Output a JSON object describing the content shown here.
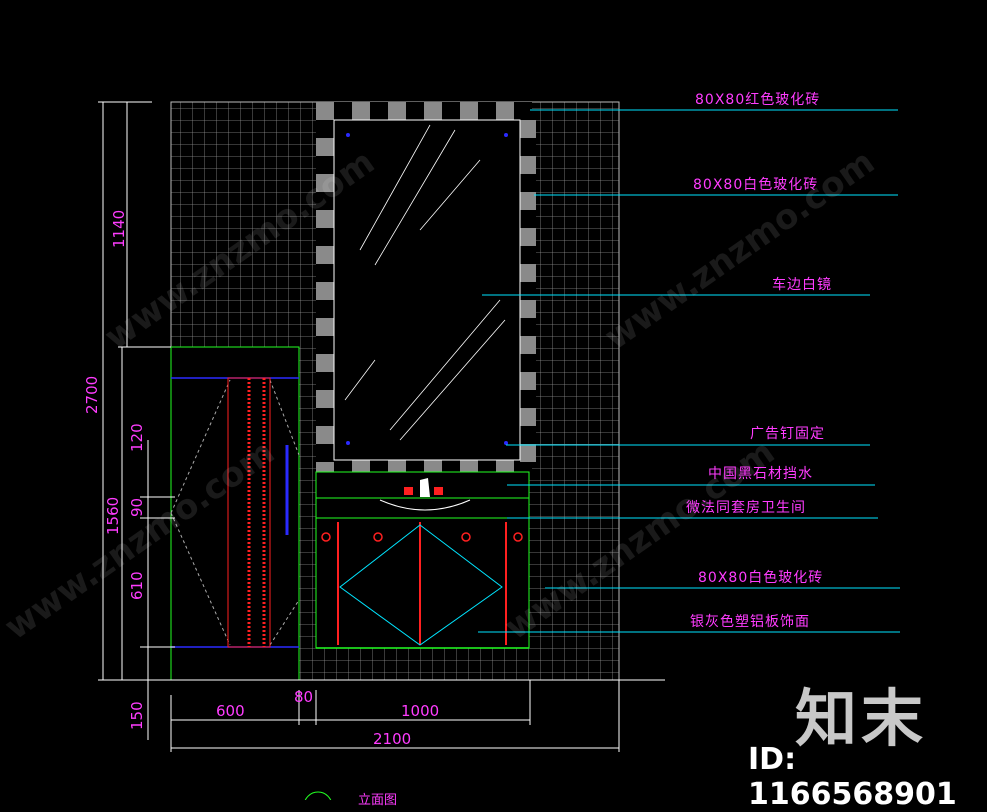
{
  "callouts": [
    {
      "text": "80X80红色玻化砖"
    },
    {
      "text": "80X80白色玻化砖"
    },
    {
      "text": "车边白镜"
    },
    {
      "text": "广告钉固定"
    },
    {
      "text": "中国黑石材挡水"
    },
    {
      "text": "微法同套房卫生间"
    },
    {
      "text": "80X80白色玻化砖"
    },
    {
      "text": "银灰色塑铝板饰面"
    }
  ],
  "dimensions": {
    "vertical": [
      "1140",
      "2700",
      "120",
      "1560",
      "90",
      "610",
      "150"
    ],
    "horizontal": [
      "600",
      "80",
      "1000",
      "2100"
    ]
  },
  "caption": "立面图",
  "watermark": {
    "logo": "知末",
    "id": "ID: 1166568901",
    "site": "www.znzmo.com"
  },
  "colors": {
    "background": "#000000",
    "tile_grid": "#9a9a9a",
    "callout_line": "#00e5ff",
    "text": "#ff3cff",
    "cabinet": "#ff2020",
    "green": "#22ff22",
    "mirror_hatch": "#ffffff"
  }
}
